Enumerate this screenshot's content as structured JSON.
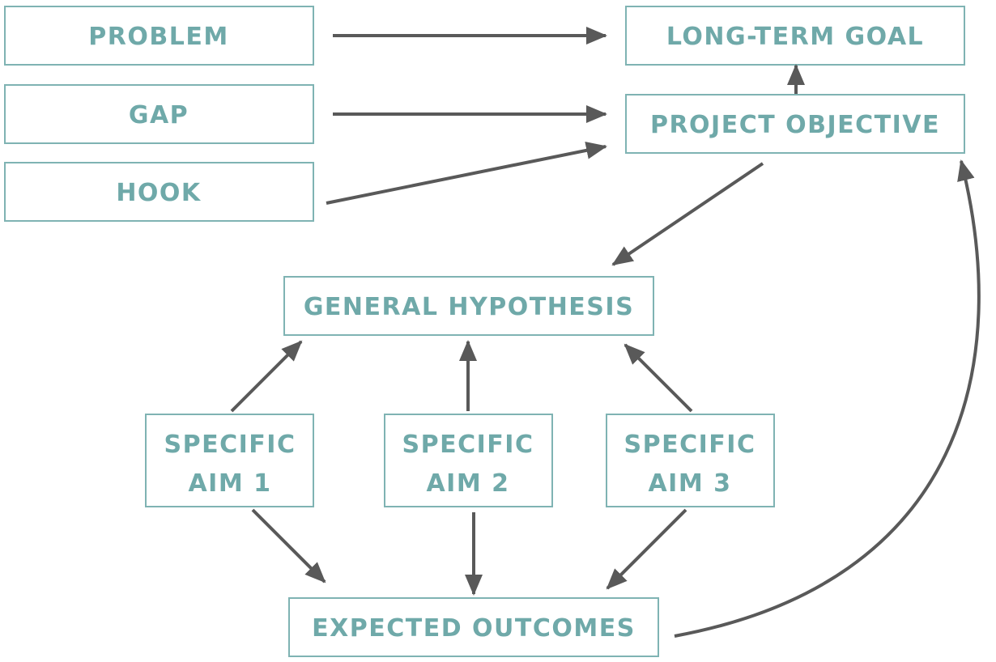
{
  "boxes": {
    "problem": "PROBLEM",
    "gap": "GAP",
    "hook": "HOOK",
    "long_term_goal": "LONG-TERM GOAL",
    "project_objective": "PROJECT OBJECTIVE",
    "general_hypothesis": "GENERAL HYPOTHESIS",
    "aim1": [
      "SPECIFIC",
      "AIM 1"
    ],
    "aim2": [
      "SPECIFIC",
      "AIM 2"
    ],
    "aim3": [
      "SPECIFIC",
      "AIM 3"
    ],
    "expected_outcomes": "EXPECTED OUTCOMES"
  },
  "colors": {
    "box_border": "#7fb3b3",
    "box_text": "#6fa9a9",
    "arrow": "#595959",
    "background": "#ffffff"
  }
}
